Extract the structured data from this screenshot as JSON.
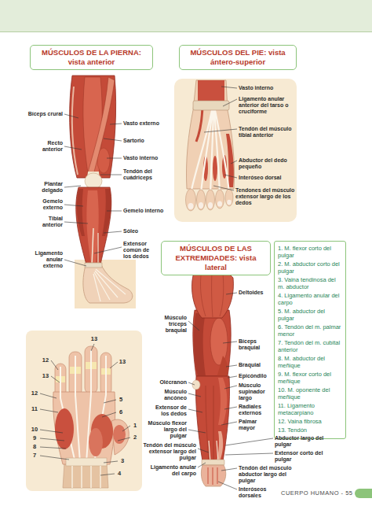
{
  "diagram": {
    "nodes": [
      {
        "text": [
          "MÚSCULOS DE LA PIERNA: vista anterior"
        ]
      },
      {
        "text": [
          "MÚSCULOS DEL PIE: vista ántero-superior"
        ]
      },
      {
        "text": [
          "MÚSCULOS DE LAS EXTREMIDADES: vista lateral"
        ]
      },
      {
        "text": [
          "1. M. flexor corto del pulgar",
          "2. M. abductor corto del pulgar",
          "3. Vaina tendinosa del m. abductor",
          "4. Ligamento anular del carpo",
          "5. M. abductor del pulgar",
          "6. Tendón del m. palmar menor",
          "7. Tendón del m. cubital anterior",
          "8. M. abductor del meñique",
          "9. M. flexor corto del meñique",
          "10. M. oponente del meñique",
          "11. Ligamento metacarpiano",
          "12. Vaina fibrosa",
          "13. Tendón"
        ]
      }
    ],
    "labels": [
      "Bíceps crural",
      "Recto anterior",
      "Plantar delgado",
      "Gemelo externo",
      "Tibial anterior",
      "Ligamento anular externo",
      "Vasto externo",
      "Sartorio",
      "Vasto interno",
      "Tendón del cuádriceps",
      "Gemelo interno",
      "Sóleo",
      "Extensor común de los dedos",
      "Vasto interno",
      "Ligamento anular anterior del tarso o cruciforme",
      "Tendón del músculo tibial anterior",
      "Abductor del dedo pequeño",
      "Interóseo dorsal",
      "Tendones del músculo extensor largo de los dedos",
      "Músculo tríceps braquial",
      "Olécranon",
      "Músculo ancóneo",
      "Extensor de los dedos",
      "Músculo flexor largo del pulgar",
      "Tendón del músculo extensor largo del pulgar",
      "Ligamento anular del carpo",
      "Deltoides",
      "Bíceps braquial",
      "Braquial",
      "Epicóndilo",
      "Músculo supinador largo",
      "Radiales externos",
      "Palmar mayor",
      "Tendón del músculo abductor largo del pulgar",
      "Interóseos dorsales",
      "Abductor largo del pulgar",
      "Extensor corto del pulgar",
      "13",
      "12",
      "13",
      "13",
      "12",
      "11",
      "5",
      "6",
      "1",
      "2",
      "10",
      "9",
      "8",
      "7",
      "3",
      "4",
      "CUERPO HUMANO - 55"
    ]
  }
}
